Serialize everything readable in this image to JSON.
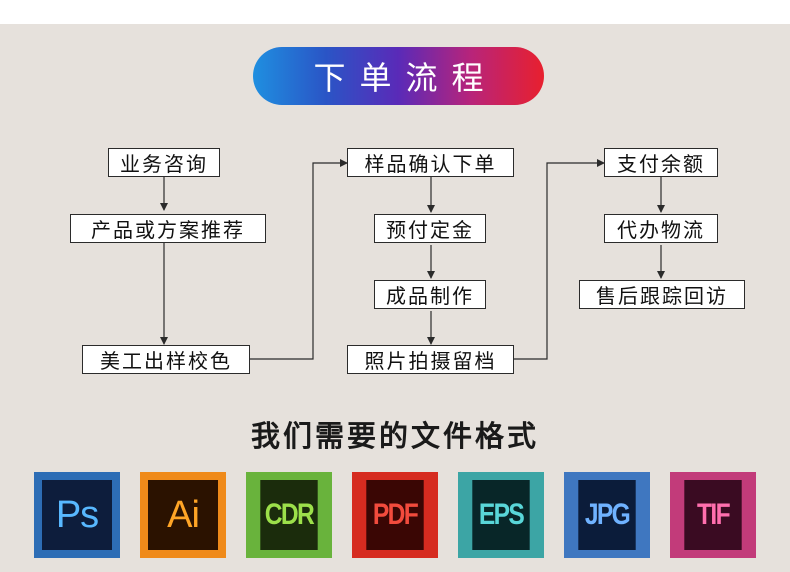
{
  "title": "下单流程",
  "flow": {
    "col1": [
      "业务咨询",
      "产品或方案推荐",
      "美工出样校色"
    ],
    "col2": [
      "样品确认下单",
      "预付定金",
      "成品制作",
      "照片拍摄留档"
    ],
    "col3": [
      "支付余额",
      "代办物流",
      "售后跟踪回访"
    ]
  },
  "formats_title": "我们需要的文件格式",
  "formats": [
    {
      "label": "Ps",
      "border": "#2d6db5",
      "fill": "#0d1d3c",
      "text": "#58b8ff"
    },
    {
      "label": "Ai",
      "border": "#ef8a1a",
      "fill": "#2b1200",
      "text": "#ffa526"
    },
    {
      "label": "CDR",
      "border": "#69b33c",
      "fill": "#1b2c0c",
      "text": "#9ce04a"
    },
    {
      "label": "PDF",
      "border": "#d62b20",
      "fill": "#3a0604",
      "text": "#f24b3d"
    },
    {
      "label": "EPS",
      "border": "#3ca5a5",
      "fill": "#082628",
      "text": "#59d6d8"
    },
    {
      "label": "JPG",
      "border": "#3f77c0",
      "fill": "#0b1c3a",
      "text": "#6fb2ff"
    },
    {
      "label": "TIF",
      "border": "#c23b7a",
      "fill": "#3a0b22",
      "text": "#ff6fae"
    }
  ]
}
